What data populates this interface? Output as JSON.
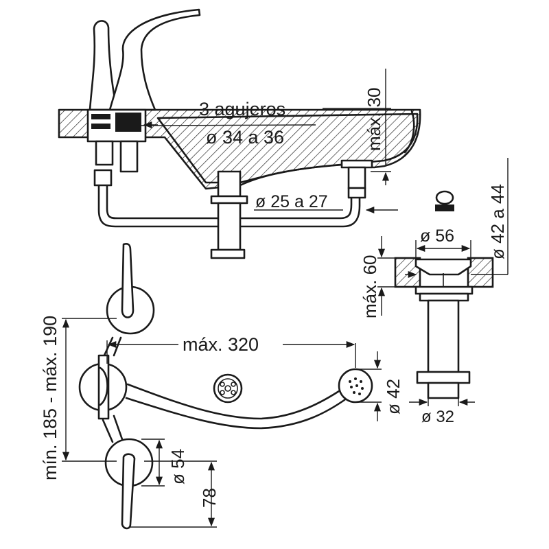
{
  "labels": {
    "holes": "3 agujeros",
    "hole_diameter": "ø 34 a 36",
    "max_30": "máx. 30",
    "pipe_diameter": "ø 25 a 27",
    "drain_diameter": "ø 42 a 44",
    "flange_diameter": "ø 56",
    "max_60": "máx. 60",
    "handle_spacing": "mín. 185 - máx. 190",
    "spout_reach": "máx. 320",
    "rosette_diameter": "ø 54",
    "sprayer_diameter": "ø 42",
    "offset_78": "78",
    "tail_diameter": "ø 32"
  }
}
